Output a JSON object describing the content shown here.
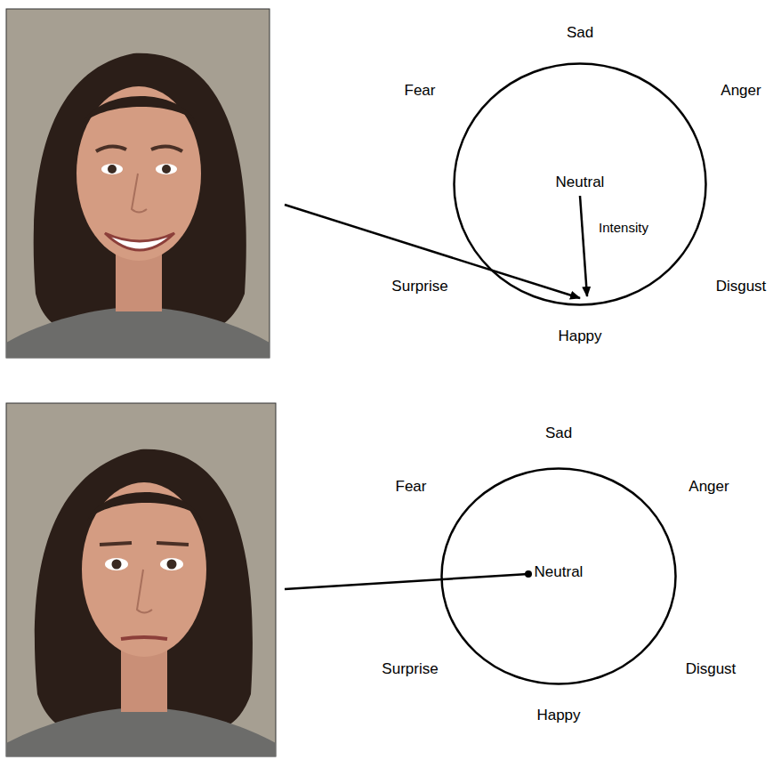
{
  "diagram": {
    "nodes": [
      {
        "text": [
          "Neutral",
          "Intensity"
        ]
      },
      {
        "text": [
          "Neutral"
        ]
      }
    ],
    "labels": [
      "Sad",
      "Fear",
      "Anger",
      "Surprise",
      "Disgust",
      "Happy",
      "Sad",
      "Fear",
      "Anger",
      "Surprise",
      "Disgust",
      "Happy"
    ]
  }
}
